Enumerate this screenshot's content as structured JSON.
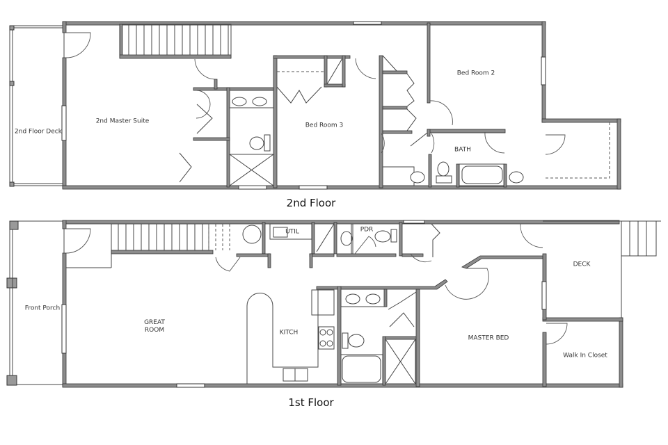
{
  "floors": [
    {
      "id": "second",
      "label": "2nd Floor",
      "rooms": [
        {
          "name": "2nd Floor Deck"
        },
        {
          "name": "2nd Master Suite"
        },
        {
          "name": "Bed Room 3"
        },
        {
          "name": "Bed Room 2"
        },
        {
          "name": "BATH"
        }
      ]
    },
    {
      "id": "first",
      "label": "1st Floor",
      "rooms": [
        {
          "name": "Front Porch"
        },
        {
          "name": "GREAT",
          "name2": "ROOM"
        },
        {
          "name": "UTIL"
        },
        {
          "name": "PDR"
        },
        {
          "name": "KITCH"
        },
        {
          "name": "DECK"
        },
        {
          "name": "MASTER BED"
        },
        {
          "name": "Walk In Closet"
        }
      ]
    }
  ],
  "colors": {
    "wall": "#8c8c8c",
    "line": "#333333",
    "background": "#ffffff"
  }
}
